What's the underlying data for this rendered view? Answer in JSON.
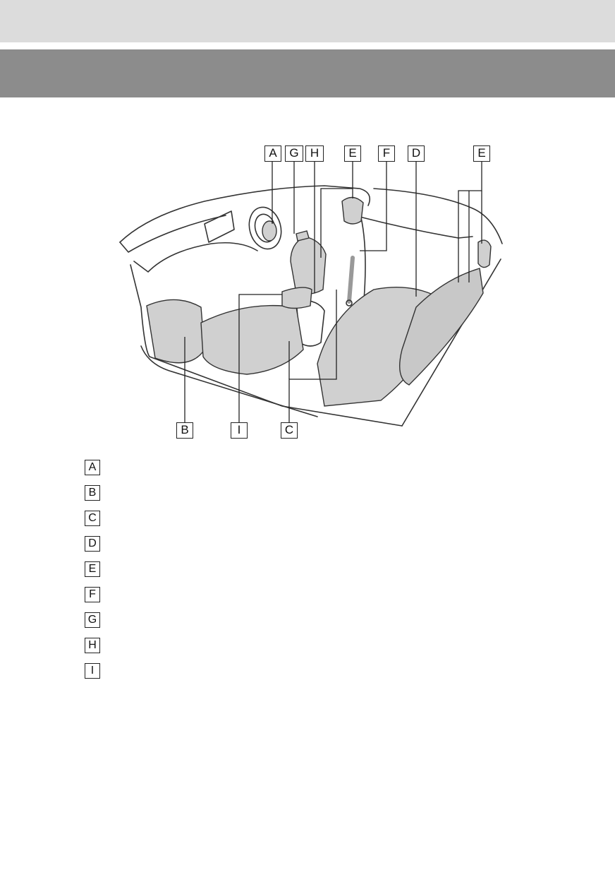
{
  "header": {
    "band_color": "#dcdcdc",
    "bar_color": "#8c8c8c"
  },
  "figure": {
    "callouts_top": [
      "A",
      "G",
      "H",
      "E",
      "F",
      "D",
      "E"
    ],
    "callouts_bottom": [
      "B",
      "I",
      "C"
    ]
  },
  "legend": [
    {
      "key": "A",
      "text": ""
    },
    {
      "key": "B",
      "text": ""
    },
    {
      "key": "C",
      "text": ""
    },
    {
      "key": "D",
      "text": ""
    },
    {
      "key": "E",
      "text": ""
    },
    {
      "key": "F",
      "text": ""
    },
    {
      "key": "G",
      "text": ""
    },
    {
      "key": "H",
      "text": ""
    },
    {
      "key": "I",
      "text": ""
    }
  ]
}
